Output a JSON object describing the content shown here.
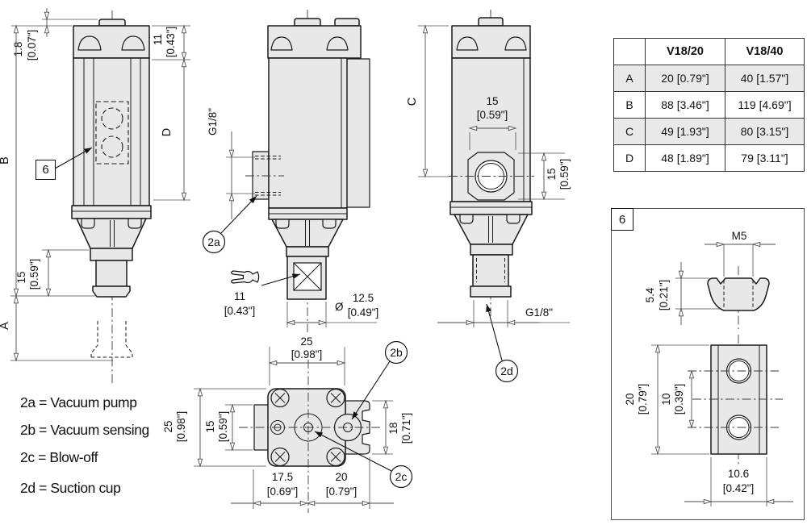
{
  "colors": {
    "part_fill": "#e8e8e8",
    "line": "#1a1a1a",
    "dim_line": "#4d4d4d",
    "shade_row": "#e9e9e9"
  },
  "table": {
    "headers": [
      "",
      "V18/20",
      "V18/40"
    ],
    "rows": [
      {
        "label": "A",
        "v1820": "20 [0.79\"]",
        "v1840": "40 [1.57\"]"
      },
      {
        "label": "B",
        "v1820": "88 [3.46\"]",
        "v1840": "119 [4.69\"]"
      },
      {
        "label": "C",
        "v1820": "49 [1.93\"]",
        "v1840": "80 [3.15\"]"
      },
      {
        "label": "D",
        "v1820": "48 [1.89\"]",
        "v1840": "79 [3.11\"]"
      }
    ]
  },
  "legend": {
    "items": [
      "2a = Vacuum pump",
      "2b = Vacuum sensing",
      "2c = Blow-off",
      "2d = Suction cup"
    ]
  },
  "callouts": {
    "a": "2a",
    "b": "2b",
    "c": "2c",
    "d": "2d",
    "detail": "6"
  },
  "dims": {
    "v1_nub": {
      "mm": "1.8",
      "inch": "[0.07\"]"
    },
    "v1_b": "B",
    "v1_cap": {
      "mm": "11",
      "inch": "[0.43\"]"
    },
    "v1_d": "D",
    "v1_stem": {
      "mm": "15",
      "inch": "[0.59\"]"
    },
    "v1_a": "A",
    "v2_port": "G1/8\"",
    "v2_hex": {
      "mm": "11",
      "inch": "[0.43\"]"
    },
    "v2_dia": {
      "sym": "Ø",
      "mm": "12.5",
      "inch": "[0.49\"]"
    },
    "v4_width": {
      "mm": "25",
      "inch": "[0.98\"]"
    },
    "v3_c": "C",
    "v3_boss_w": {
      "mm": "15",
      "inch": "[0.59\"]"
    },
    "v3_boss_h": {
      "mm": "15",
      "inch": "[0.59\"]"
    },
    "v3_port": "G1/8\"",
    "v4_depth": {
      "mm": "25",
      "inch": "[0.98\"]"
    },
    "v4_tab": {
      "mm": "15",
      "inch": "[0.59\"]"
    },
    "v4_flange": {
      "mm": "18",
      "inch": "[0.71\"]"
    },
    "v4_left": {
      "mm": "17.5",
      "inch": "[0.69\"]"
    },
    "v4_right": {
      "mm": "20",
      "inch": "[0.79\"]"
    },
    "d6_thread": "M5",
    "d6_nut": {
      "mm": "5.4",
      "inch": "[0.21\"]"
    },
    "d6_plate_h": {
      "mm": "20",
      "inch": "[0.79\"]"
    },
    "d6_holes": {
      "mm": "10",
      "inch": "[0.39\"]"
    },
    "d6_plate_w": {
      "mm": "10.6",
      "inch": "[0.42\"]"
    }
  }
}
